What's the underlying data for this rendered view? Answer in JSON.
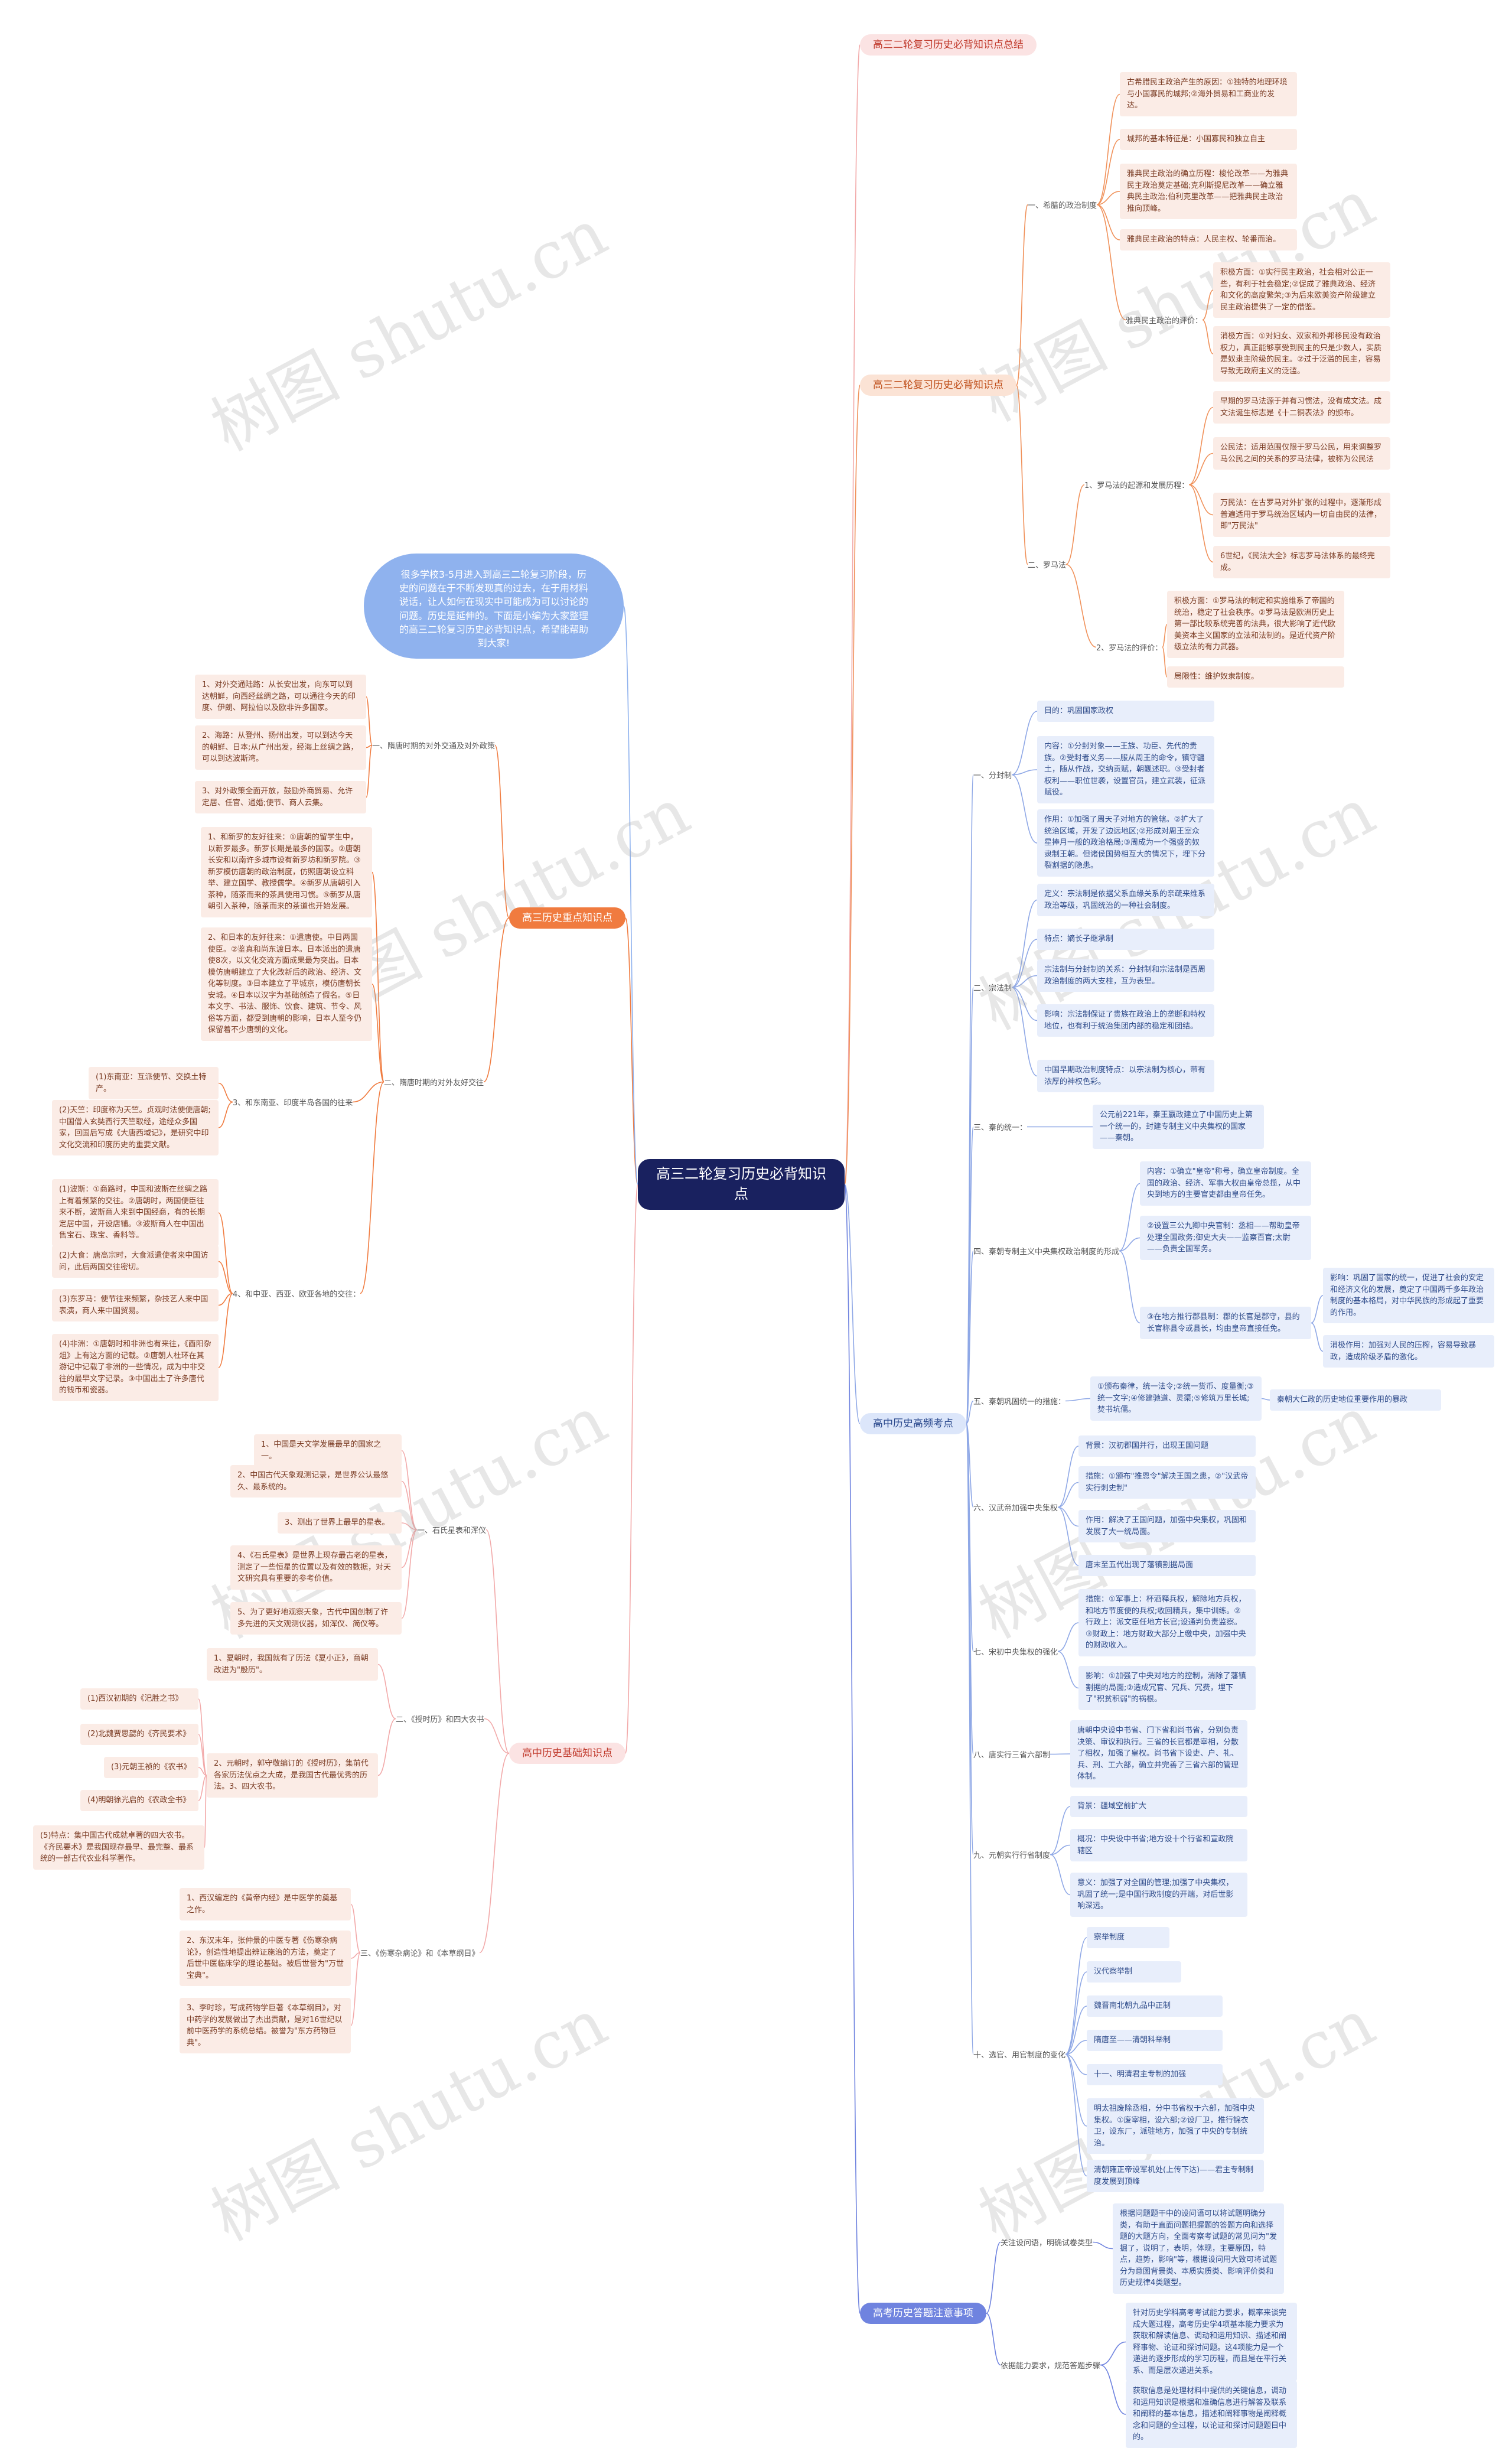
{
  "root": "高三二轮复习历史必背知识点",
  "intro": "很多学校3-5月进入到高三二轮复习阶段，历史的问题在于不断发现真的过去，在于用材料说话，让人如何在现实中可能成为可以讨论的问题。历史是延伸的。下面是小编为大家整理的高三二轮复习历史必背知识点，希望能帮助到大家!",
  "watermark": "树图 shutu.cn",
  "branches": {
    "b1": "高三二轮复习历史必背知识点总结",
    "b2": "高三二轮复习历史必背知识点",
    "b3": "高三历史重点知识点",
    "b4": "高中历史基础知识点",
    "b5": "高中历史高频考点",
    "b6": "高考历史答题注意事项"
  },
  "b2": {
    "s1": "一、希腊的政治制度",
    "s2": "二、罗马法",
    "l1": "古希腊民主政治产生的原因：①独特的地理环境与小国寡民的城邦;②海外贸易和工商业的发达。",
    "l2": "城邦的基本特征是：小国寡民和独立自主",
    "l3": "雅典民主政治的确立历程：梭伦改革——为雅典民主政治奠定基础;克利斯提尼改革——确立雅典民主政治;伯利克里改革——把雅典民主政治推向顶峰。",
    "l4": "雅典民主政治的特点：人民主权、轮番而治。",
    "l5": "雅典民主政治的评价：",
    "l5a": "积极方面：①实行民主政治，社会相对公正一些，有利于社会稳定;②促成了雅典政治、经济和文化的高度繁荣;③为后来欧美资产阶级建立民主政治提供了一定的借鉴。",
    "l5b": "消极方面：①对妇女、双家和外邦移民没有政治权力，真正能够享受到民主的只是少数人，实质是奴隶主阶级的民主。②过于泛滥的民主，容易导致无政府主义的泛滥。",
    "l6": "1、罗马法的起源和发展历程：",
    "l6a": "早期的罗马法源于并有习惯法，没有成文法。成文法诞生标志是《十二铜表法》的颁布。",
    "l6b": "公民法：适用范围仅限于罗马公民，用来调整罗马公民之间的关系的罗马法律，被称为公民法",
    "l6c": "万民法：在古罗马对外扩张的过程中，逐渐形成普遍适用于罗马统治区域内一切自由民的法律，即\"万民法\"",
    "l6d": "6世纪，《民法大全》标志罗马法体系的最终完成。",
    "l7": "2、罗马法的评价：",
    "l7a": "积极方面：①罗马法的制定和实施维系了帝国的统治，稳定了社会秩序。②罗马法是欧洲历史上第一部比较系统完善的法典，很大影响了近代欧美资本主义国家的立法和法制的。是近代资产阶级立法的有力武器。",
    "l7b": "局限性：维护奴隶制度。"
  },
  "b3": {
    "s1": "一、隋唐时期的对外交通及对外政策",
    "l1": "1、对外交通陆路：从长安出发，向东可以到达朝鲜，向西经丝绸之路，可以通往今天的印度、伊朗、阿拉伯以及欧非许多国家。",
    "l2": "2、海路：从登州、扬州出发，可以到达今天的朝鲜、日本;从广州出发，经海上丝绸之路，可以到达波斯湾。",
    "l3": "3、对外政策全面开放，鼓励外商贸易、允许定居、任官、通婚;使节、商人云集。",
    "s2": "二、隋唐时期的对外友好交往",
    "l4": "1、和新罗的友好往来：①唐朝的留学生中，以新罗最多。新罗长期是最多的国家。②唐朝长安和以南许多城市设有新罗坊和新罗院。③新罗模仿唐朝的政治制度，仿照唐朝设立科举、建立国学、教授儒学。④新罗从唐朝引入茶种，随茶而来的茶具使用习惯。⑤新罗从唐朝引入茶种，随茶而来的茶道也开始发展。",
    "l5": "2、和日本的友好往来：①遣唐使。中日两国使臣。②鉴真和尚东渡日本。日本派出的遣唐使8次，以文化交流方面成果最为突出。日本模仿唐朝建立了大化改新后的政治、经济、文化等制度。③日本建立了平城京，模仿唐朝长安城。④日本以汉字为基础创造了假名。⑤日本文字、书法、服饰、饮食、建筑、节令、风俗等方面，都受到唐朝的影响，日本人至今仍保留着不少唐朝的文化。",
    "s3": "3、和东南亚、印度半岛各国的往来",
    "l6": "(1)东南亚：互派使节、交换土特产。",
    "l7": "(2)天竺：印度称为天竺。贞观时法使使唐朝;中国僧人玄奘西行天竺取经，途经众多国家，回国后写成《大唐西域记》，是研究中印文化交流和印度历史的重要文献。",
    "s4": "4、和中亚、西亚、欧亚各地的交往：",
    "l8": "(1)波斯：①商路时，中国和波斯在丝绸之路上有着频繁的交往。②唐朝时，两国使臣往来不断，波斯商人来到中国经商，有的长期定居中国，开设店铺。③波斯商人在中国出售宝石、珠宝、香料等。",
    "l9": "(2)大食：唐高宗时，大食派遣使者来中国访问，此后两国交往密切。",
    "l10": "(3)东罗马：使节往来频繁，杂技艺人来中国表演，商人来中国贸易。",
    "l11": "(4)非洲：①唐朝时和非洲也有来往，《酉阳杂俎》上有这方面的记载。②唐朝人杜环在其游记中记载了非洲的一些情况，成为中非交往的最早文字记录。③中国出土了许多唐代的钱币和瓷器。"
  },
  "b4": {
    "s1": "一、石氏星表和浑仪",
    "l1": "1、中国是天文学发展最早的国家之一。",
    "l2": "2、中国古代天象观测记录，是世界公认最悠久、最系统的。",
    "l3": "3、测出了世界上最早的星表。",
    "l4": "4、《石氏星表》是世界上现存最古老的星表，测定了一些恒星的位置以及有效的数据，对天文研究具有重要的参考价值。",
    "l5": "5、为了更好地观察天象，古代中国创制了许多先进的天文观测仪器，如浑仪、简仪等。",
    "s2": "二、《授时历》和四大农书",
    "l6": "1、夏朝时，我国就有了历法《夏小正》，商朝改进为\"殷历\"。",
    "l7": "2、元朝时，郭守敬编订的《授时历》，集前代各家历法优点之大成，是我国古代最优秀的历法。3、四大农书。",
    "l8": "(1)西汉初期的《汜胜之书》",
    "l9": "(2)北魏贾思勰的《齐民要术》",
    "l10": "(3)元朝王祯的《农书》",
    "l11": "(4)明朝徐光启的《农政全书》",
    "l12": "(5)特点：集中国古代成就卓著的四大农书。《齐民要术》是我国现存最早、最完整、最系统的一部古代农业科学著作。",
    "s3": "三、《伤寒杂病论》和《本草纲目》",
    "l13": "1、西汉编定的《黄帝内经》是中医学的奠基之作。",
    "l14": "2、东汉末年，张仲景的中医专著《伤寒杂病论》，创造性地提出辨证施治的方法，奠定了后世中医临床学的理论基础。被后世誉为\"万世宝典\"。",
    "l15": "3、李时珍，写成药物学巨著《本草纲目》，对中药学的发展做出了杰出贡献，是对16世纪以前中医药学的系统总结。被誉为\"东方药物巨典\"。"
  },
  "b5": {
    "s1": "一、分封制",
    "l1": "目的：巩固国家政权",
    "l2": "内容：①分封对象——王族、功臣、先代的贵族。②受封者义务——服从周王的命令，镇守疆土，随从作战，交纳贡赋，朝觐述职。③受封者权利——职位世袭，设置官员，建立武装，征派赋役。",
    "l3": "作用：①加强了周天子对地方的管辖。②扩大了统治区域，开发了边远地区;②形成对周王室众星捧月一般的政治格局;③周成为一个强盛的奴隶制王朝。但诸侯国势相互大的情况下，埋下分裂割据的隐患。",
    "s2": "二、宗法制",
    "l4": "定义：宗法制是依据父系血缘关系的亲疏来维系政治等级，巩固统治的一种社会制度。",
    "l5": "特点：嫡长子继承制",
    "l6": "宗法制与分封制的关系：分封制和宗法制是西周政治制度的两大支柱，互为表里。",
    "l7": "影响：宗法制保证了贵族在政治上的垄断和特权地位，也有利于统治集团内部的稳定和团结。",
    "l8": "中国早期政治制度特点：以宗法制为核心，带有浓厚的神权色彩。",
    "s3": "三、秦的统一：",
    "l9": "公元前221年，秦王嬴政建立了中国历史上第一个统一的，封建专制主义中央集权的国家——秦朝。",
    "s4": "四、秦朝专制主义中央集权政治制度的形成",
    "l10": "内容：①确立\"皇帝\"称号，确立皇帝制度。全国的政治、经济、军事大权由皇帝总揽，从中央到地方的主要官吏都由皇帝任免。",
    "l11": "②设置三公九卿中央官制：丞相——帮助皇帝处理全国政务;御史大夫——监察百官;太尉——负责全国军务。",
    "l12": "③在地方推行郡县制：郡的长官是郡守，县的长官称县令或县长，均由皇帝直接任免。",
    "l13": "影响：巩固了国家的统一，促进了社会的安定和经济文化的发展，奠定了中国两千多年政治制度的基本格局，对中华民族的形成起了重要的作用。",
    "l14": "消极作用：加强对人民的压榨，容易导致暴政，造成阶级矛盾的激化。",
    "s5": "五、秦朝巩固统一的措施：",
    "l15": "①颁布秦律，统一法令;②统一货币、度量衡;③统一文字;④修建驰道、灵渠;⑤修筑万里长城;焚书坑儒。",
    "l16": "秦朝大仁政的历史地位重要作用的暴政",
    "s6": "六、汉武帝加强中央集权",
    "l17": "背景：汉初郡国并行，出现王国问题",
    "l18": "措施：①颁布\"推恩令\"解决王国之患，②\"汉武帝实行刺史制\"",
    "l19": "作用：解决了王国问题，加强中央集权，巩固和发展了大一统局面。",
    "l20": "唐末至五代出现了藩镇割据局面",
    "s7": "七、宋初中央集权的强化",
    "l21": "措施：①军事上：杯酒释兵权，解除地方兵权，和地方节度使的兵权;收回精兵，集中训练。②行政上：派文臣任地方长官;设通判负责监察。③财政上：地方财政大部分上缴中央，加强中央的财政收入。",
    "l22": "影响：①加强了中央对地方的控制，消除了藩镇割据的局面;②造成冗官、冗兵、冗费，埋下了\"积贫积弱\"的祸根。",
    "s8": "八、唐实行三省六部制",
    "l23": "唐朝中央设中书省、门下省和尚书省，分别负责决策、审议和执行。三省的长官都是宰相，分散了相权，加强了皇权。尚书省下设吏、户、礼、兵、刑、工六部，确立并完善了三省六部的管理体制。",
    "s9": "九、元朝实行行省制度",
    "l24": "背景：疆域空前扩大",
    "l25": "概况：中央设中书省;地方设十个行省和宣政院辖区",
    "l26": "意义：加强了对全国的管理;加强了中央集权，巩固了统一;是中国行政制度的开端，对后世影响深远。",
    "s10": "十、选官、用官制度的变化",
    "l27": "察举制度",
    "l28": "汉代察举制",
    "l29": "魏晋南北朝九品中正制",
    "l30": "隋唐至——清朝科举制",
    "l31": "十一、明清君主专制的加强",
    "l32": "明太祖废除丞相，分中书省权于六部，加强中央集权。①废宰相，设六部;②设厂卫，推行锦衣卫，设东厂，派驻地方，加强了中央的专制统治。",
    "l33": "清朝雍正帝设军机处(上传下达)——君主专制制度发展到顶峰"
  },
  "b6": {
    "s1": "关注设问语，明确试卷类型",
    "l1": "根据问题题干中的设问语可以将试题明确分类，有助于直面问题把握题的答题方向和选择题的大题方向，全面考察考试题的常见问为\"发掘了，说明了，表明，体现，主要原因，特点，趋势，影响\"等，根据设问用大致可将试题分为意图背景类、本质实质类、影响评价类和历史规律4类题型。",
    "s2": "依据能力要求，规范答题步骤",
    "l2": "针对历史学科高考考试能力要求，概率来谈完成大题过程，高考历史学4项基本能力要求为获取和解读信息、调动和运用知识、描述和阐释事物、论证和探讨问题。这4项能力是一个递进的逐步形成的学习历程，而且是在平行关系、而是层次递进关系。",
    "l3": "获取信息是处理材料中提供的关键信息，调动和运用知识是根据和准确信息进行解答及联系和阐释的基本信息，描述和阐释事物是阐释概念和问题的全过程，以论证和探讨问题题目中的。"
  }
}
